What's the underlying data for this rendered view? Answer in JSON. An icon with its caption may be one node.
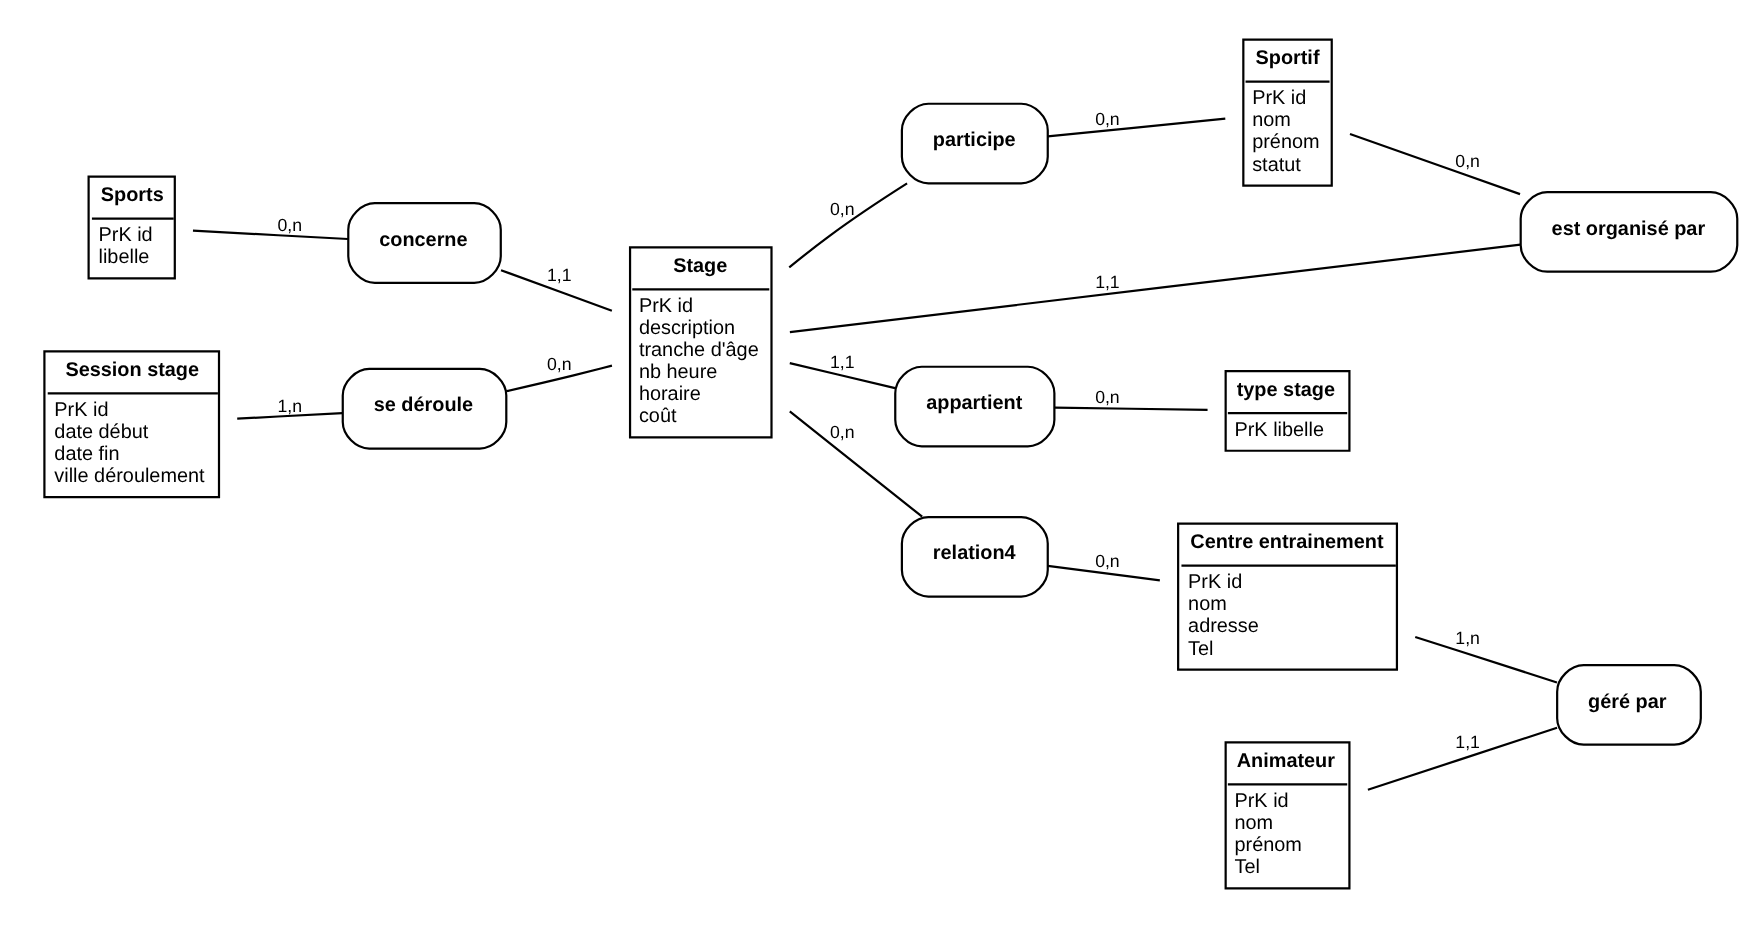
{
  "diagram": {
    "nodes": [
      {
        "text": [
          "Sports",
          "PrK id",
          "libelle"
        ]
      },
      {
        "text": [
          "Session stage",
          "PrK id",
          "date début",
          "date fin",
          "ville déroulement"
        ]
      },
      {
        "text": [
          "concerne"
        ]
      },
      {
        "text": [
          "participe"
        ]
      },
      {
        "text": [
          "Sportif",
          "PrK id",
          "nom",
          "prénom",
          "statut"
        ]
      },
      {
        "text": [
          "Stage",
          "PrK id",
          "description",
          "tranche d'âge",
          "nb heure",
          "horaire",
          "coût"
        ]
      },
      {
        "text": [
          "se déroule"
        ]
      },
      {
        "text": [
          "est organisé par"
        ]
      },
      {
        "text": [
          "appartient"
        ]
      },
      {
        "text": [
          "relation4"
        ]
      },
      {
        "text": [
          "Centre entrainement",
          "PrK id",
          "nom",
          "adresse",
          "Tel"
        ]
      },
      {
        "text": [
          "type stage",
          "PrK libelle"
        ]
      },
      {
        "text": [
          "Animateur",
          "PrK id",
          "nom",
          "prénom",
          "Tel"
        ]
      },
      {
        "text": [
          "géré par"
        ]
      }
    ],
    "edges": [
      {
        "from": 0,
        "to": 2,
        "arrow": "none",
        "label": "0,n"
      },
      {
        "from": 2,
        "to": 5,
        "arrow": "none",
        "label": "1,1"
      },
      {
        "from": 5,
        "to": 3,
        "arrow": "none",
        "label": "0,n"
      },
      {
        "from": 3,
        "to": 4,
        "arrow": "none",
        "label": "0,n"
      },
      {
        "from": 1,
        "to": 6,
        "arrow": "none",
        "label": "1,n"
      },
      {
        "from": 6,
        "to": 5,
        "arrow": "none",
        "label": "0,n"
      },
      {
        "from": 5,
        "to": 7,
        "arrow": "none",
        "label": "1,1"
      },
      {
        "from": 4,
        "to": 7,
        "arrow": "none",
        "label": "0,n"
      },
      {
        "from": 5,
        "to": 8,
        "arrow": "none",
        "label": "1,1"
      },
      {
        "from": 8,
        "to": 11,
        "arrow": "none",
        "label": "0,n"
      },
      {
        "from": 5,
        "to": 9,
        "arrow": "none",
        "label": "0,n"
      },
      {
        "from": 9,
        "to": 10,
        "arrow": "none",
        "label": "0,n"
      },
      {
        "from": 10,
        "to": 13,
        "arrow": "none",
        "label": "1,n"
      },
      {
        "from": 12,
        "to": 13,
        "arrow": "none",
        "label": "1,1"
      }
    ]
  }
}
